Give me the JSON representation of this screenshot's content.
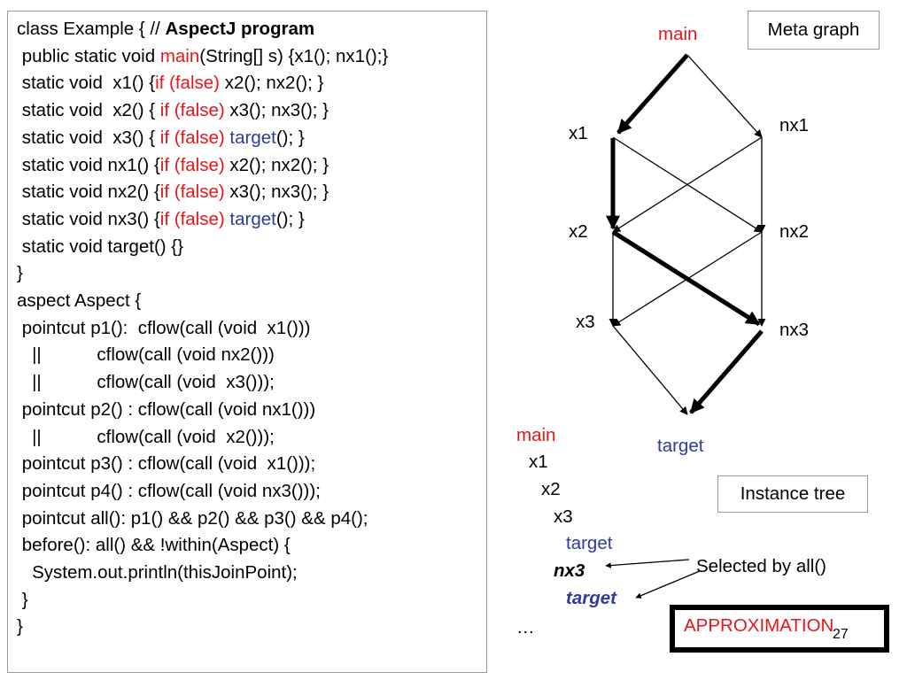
{
  "code": {
    "lines": [
      [
        {
          "t": "class Example { // "
        },
        {
          "t": "AspectJ program",
          "c": "bold"
        }
      ],
      [
        {
          "t": " public static void "
        },
        {
          "t": "main",
          "c": "red"
        },
        {
          "t": "(String[] s) {x1(); nx1();}"
        }
      ],
      [
        {
          "t": " static void  x1() {"
        },
        {
          "t": "if (false)",
          "c": "red"
        },
        {
          "t": " x2(); nx2(); }"
        }
      ],
      [
        {
          "t": " static void  x2() { "
        },
        {
          "t": "if (false)",
          "c": "red"
        },
        {
          "t": " x3(); nx3(); }"
        }
      ],
      [
        {
          "t": " static void  x3() { "
        },
        {
          "t": "if (false)",
          "c": "red"
        },
        {
          "t": " "
        },
        {
          "t": "target",
          "c": "blue"
        },
        {
          "t": "(); }"
        }
      ],
      [
        {
          "t": " static void nx1() {"
        },
        {
          "t": "if (false)",
          "c": "red"
        },
        {
          "t": " x2(); nx2(); }"
        }
      ],
      [
        {
          "t": " static void nx2() {"
        },
        {
          "t": "if (false)",
          "c": "red"
        },
        {
          "t": " x3(); nx3(); }"
        }
      ],
      [
        {
          "t": " static void nx3() {"
        },
        {
          "t": "if (false)",
          "c": "red"
        },
        {
          "t": " "
        },
        {
          "t": "target",
          "c": "blue"
        },
        {
          "t": "(); }"
        }
      ],
      [
        {
          "t": " static void target() {}"
        }
      ],
      [
        {
          "t": "}"
        }
      ],
      [
        {
          "t": "aspect Aspect {"
        }
      ],
      [
        {
          "t": " pointcut p1():  cflow(call (void  x1()))"
        }
      ],
      [
        {
          "t": "   ||           cflow(call (void nx2()))"
        }
      ],
      [
        {
          "t": "   ||           cflow(call (void  x3()));"
        }
      ],
      [
        {
          "t": " pointcut p2() : cflow(call (void nx1()))"
        }
      ],
      [
        {
          "t": "   ||           cflow(call (void  x2()));"
        }
      ],
      [
        {
          "t": " pointcut p3() : cflow(call (void  x1()));"
        }
      ],
      [
        {
          "t": " pointcut p4() : cflow(call (void nx3()));"
        }
      ],
      [
        {
          "t": " pointcut all(): p1() && p2() && p3() && p4();"
        }
      ],
      [
        {
          "t": " before(): all() && !within(Aspect) {"
        }
      ],
      [
        {
          "t": "   System.out.println(thisJoinPoint);"
        }
      ],
      [
        {
          "t": " }"
        }
      ],
      [
        {
          "t": "}"
        }
      ]
    ]
  },
  "meta_graph": {
    "title": "Meta graph",
    "nodes": {
      "main": "main",
      "x1": "x1",
      "nx1": "nx1",
      "x2": "x2",
      "nx2": "nx2",
      "x3": "x3",
      "nx3": "nx3",
      "target": "target"
    }
  },
  "instance_tree": {
    "title": "Instance tree",
    "items": {
      "main": "main",
      "x1": "x1",
      "x2": "x2",
      "x3": "x3",
      "target1": "target",
      "nx3": "nx3",
      "target2": "target",
      "ellipsis": "…"
    },
    "annotation": "Selected by all()"
  },
  "approximation": "APPROXIMATION",
  "page_number": "27",
  "colors": {
    "red": "#e8151a",
    "blue": "#2e3b9c",
    "black": "#000000"
  }
}
